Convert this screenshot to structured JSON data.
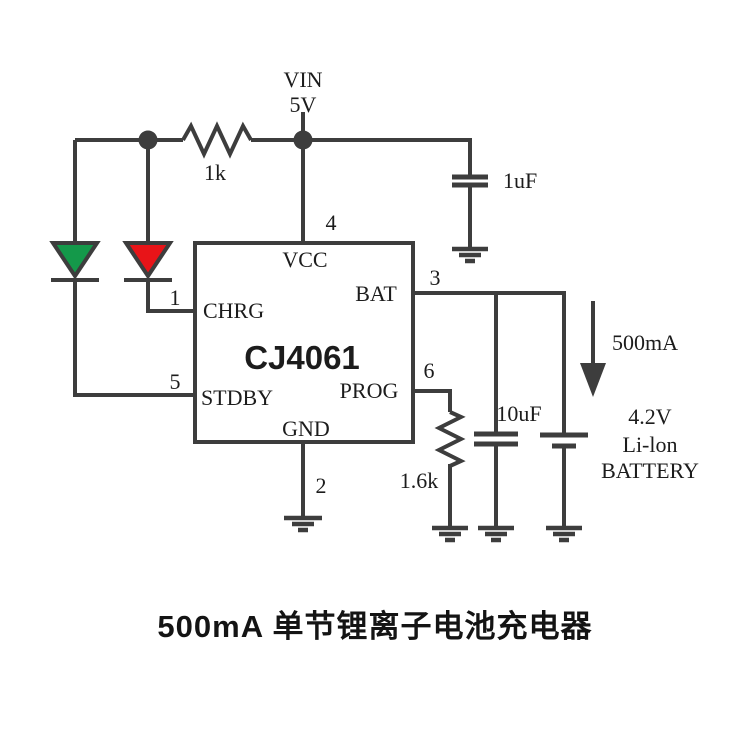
{
  "title": "500mA 单节锂离子电池充电器",
  "supply": {
    "net": "VIN",
    "voltage": "5V"
  },
  "ic": {
    "part": "CJ4061",
    "pins": {
      "vcc": {
        "num": "4",
        "label": "VCC"
      },
      "bat": {
        "num": "3",
        "label": "BAT"
      },
      "chrg": {
        "num": "1",
        "label": "CHRG"
      },
      "stdby": {
        "num": "5",
        "label": "STDBY"
      },
      "prog": {
        "num": "6",
        "label": "PROG"
      },
      "gnd": {
        "num": "2",
        "label": "GND"
      }
    }
  },
  "components": {
    "r_pullup": {
      "value": "1k"
    },
    "c_in": {
      "value": "1uF"
    },
    "c_out": {
      "value": "10uF"
    },
    "r_prog": {
      "value": "1.6k"
    },
    "charge_current": {
      "value": "500mA"
    },
    "battery": {
      "voltage": "4.2V",
      "chemistry": "Li-lon",
      "label": "BATTERY"
    }
  },
  "colors": {
    "wire": "#3d3d3d",
    "ledGreen": "#14994a",
    "ledRed": "#e81418",
    "text": "#1c1c1c"
  }
}
